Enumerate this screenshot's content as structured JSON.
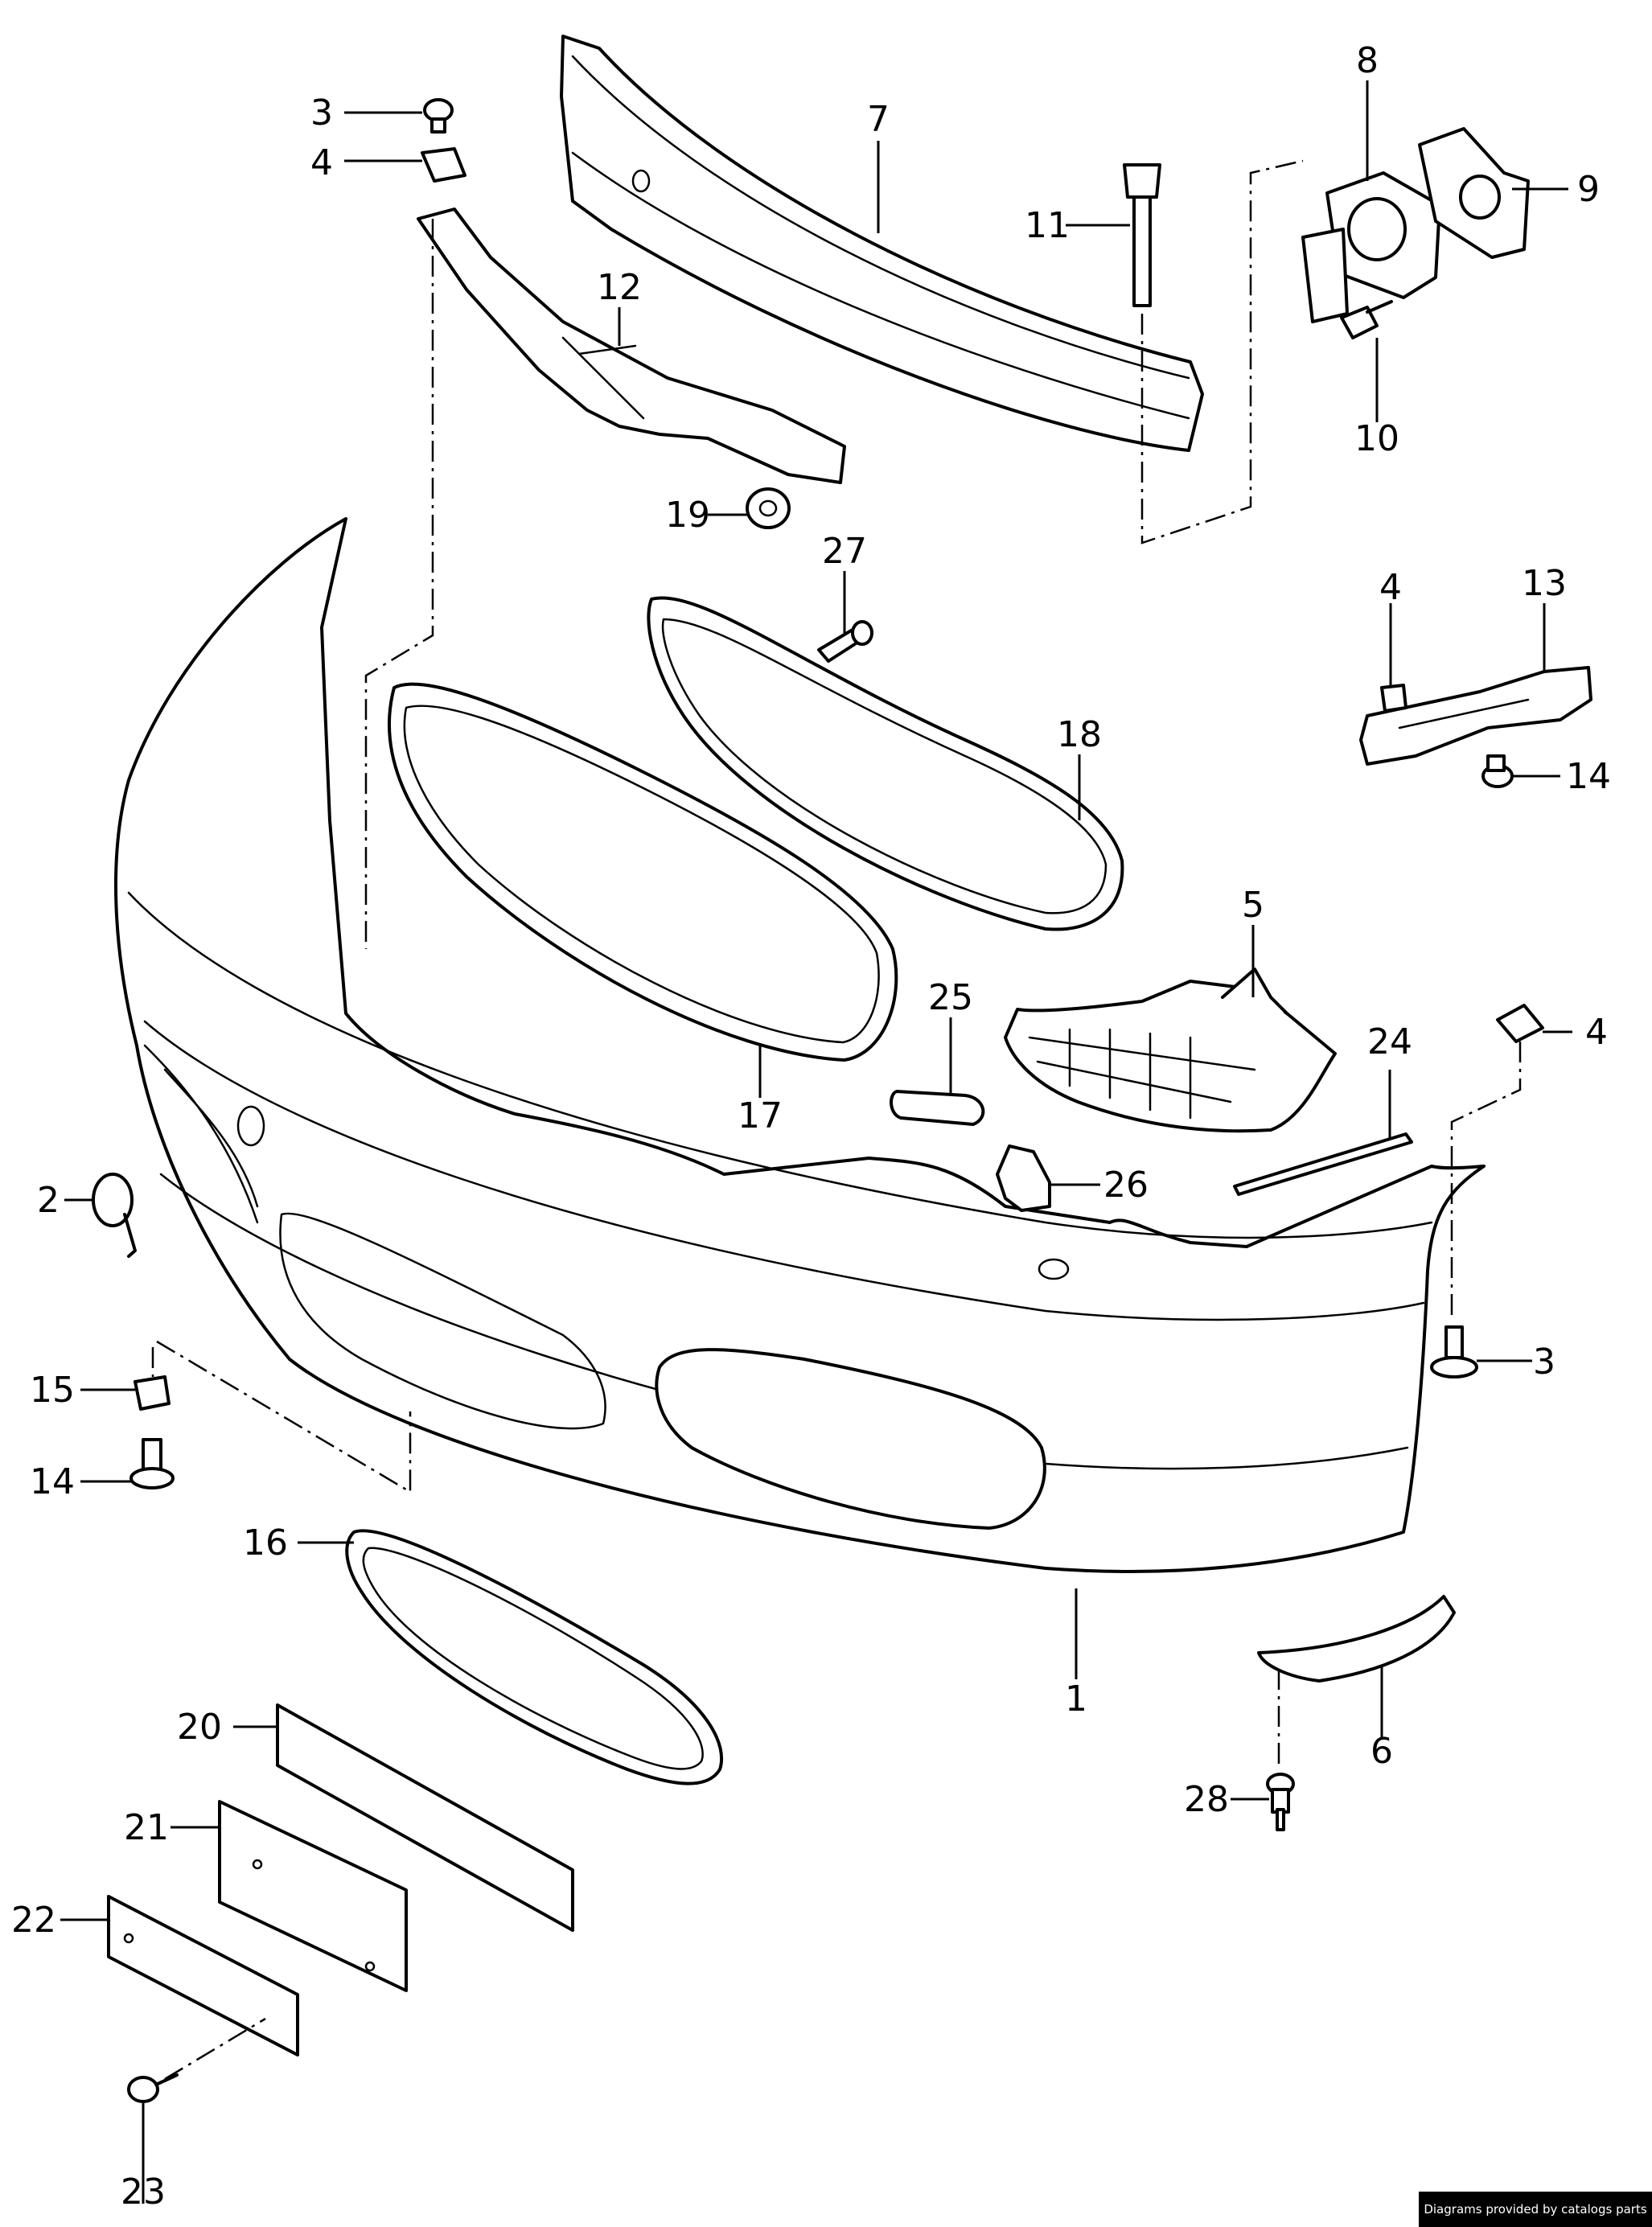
{
  "callouts": {
    "c1": "1",
    "c2": "2",
    "c3a": "3",
    "c3b": "3",
    "c4a": "4",
    "c4b": "4",
    "c4c": "4",
    "c5": "5",
    "c6": "6",
    "c7": "7",
    "c8": "8",
    "c9": "9",
    "c10": "10",
    "c11": "11",
    "c12": "12",
    "c13": "13",
    "c14a": "14",
    "c14b": "14",
    "c15": "15",
    "c16": "16",
    "c17": "17",
    "c18": "18",
    "c19": "19",
    "c20": "20",
    "c21": "21",
    "c22": "22",
    "c23": "23",
    "c24": "24",
    "c25": "25",
    "c26": "26",
    "c27": "27",
    "c28": "28"
  },
  "footer": {
    "credit": "Diagrams provided by catalogs parts"
  }
}
